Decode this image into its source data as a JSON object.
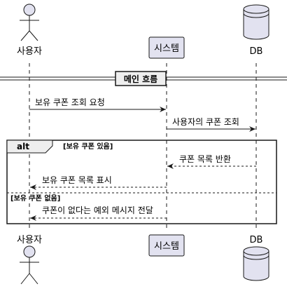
{
  "participants": {
    "user": {
      "label": "사용자",
      "kind": "actor"
    },
    "system": {
      "label": "시스템",
      "kind": "participant"
    },
    "db": {
      "label": "DB",
      "kind": "database"
    }
  },
  "divider": {
    "label": "메인 흐름"
  },
  "messages": [
    {
      "from": "user",
      "to": "system",
      "label": "보유 쿠폰 조회 요청",
      "style": "solid"
    },
    {
      "from": "system",
      "to": "db",
      "label": "사용자의 쿠폰 조회",
      "style": "solid"
    },
    {
      "from": "db",
      "to": "system",
      "label": "쿠폰 목록 반환",
      "style": "dashed"
    },
    {
      "from": "system",
      "to": "user",
      "label": "보유 쿠폰 목록 표시",
      "style": "dashed"
    },
    {
      "from": "system",
      "to": "user",
      "label": "쿠폰이 없다는 예외 메시지 전달",
      "style": "dashed"
    }
  ],
  "alt_fragment": {
    "keyword": "alt",
    "condition_1": "[보유 쿠폰 있음]",
    "condition_2": "[보유 쿠폰 없음]"
  },
  "colors": {
    "participant_fill": "#E2E2F0",
    "participant_stroke": "#181818",
    "lifeline": "#181818",
    "divider_fill": "#EEEEEE"
  }
}
